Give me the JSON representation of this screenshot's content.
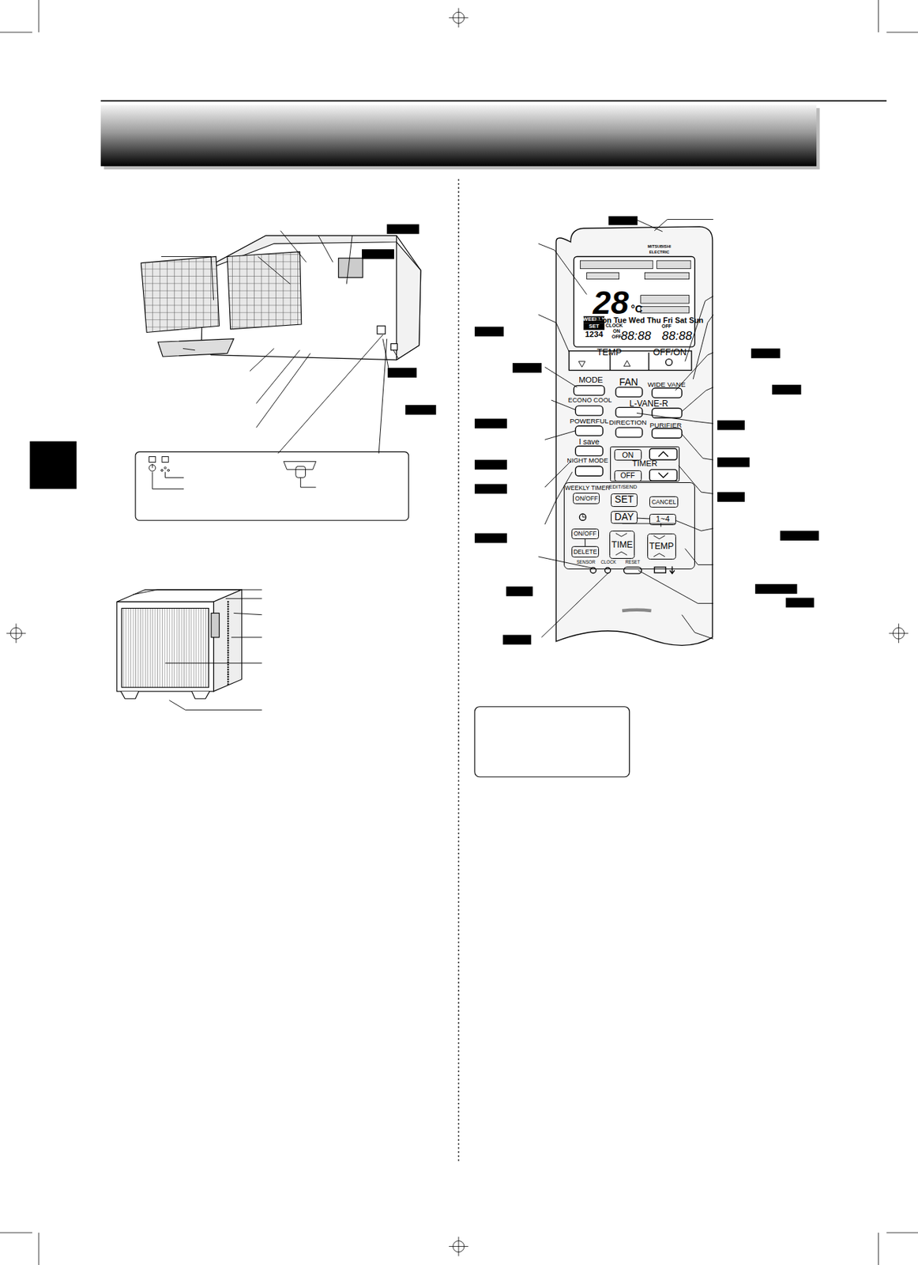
{
  "diagram": {
    "nodes": [
      {
        "text": [
          "TIMER"
        ]
      },
      {
        "text": [
          "ON"
        ],
        "in": 0
      },
      {
        "text": [
          "OFF"
        ],
        "in": 0
      },
      {
        "text": [
          "WEEKLY TIMER"
        ]
      },
      {
        "text": [
          "ON/OFF"
        ],
        "in": 3
      },
      {
        "text": [
          "SET"
        ],
        "in": 3
      },
      {
        "text": [
          "CANCEL"
        ],
        "in": 3
      },
      {
        "text": [
          "DAY"
        ],
        "in": 3
      },
      {
        "text": [
          "1~4"
        ],
        "in": 3
      },
      {
        "text": [
          "ON/OFF"
        ],
        "in": 3
      },
      {
        "text": [
          "DELETE"
        ],
        "in": 3
      },
      {
        "text": [
          "TIME"
        ],
        "in": 3
      },
      {
        "text": [
          "TEMP"
        ],
        "in": 3
      }
    ],
    "edges": [
      {
        "from": 7,
        "to": 8,
        "arrow": "none"
      },
      {
        "from": 9,
        "to": 10,
        "arrow": "none"
      }
    ],
    "labels": [
      "MITSUBISHI",
      "ELECTRIC",
      "28",
      "°C",
      "WEEKLY",
      "Mon Tue Wed Thu Fri Sat Sun",
      "SET",
      "CLOCK",
      "ON",
      "OFF",
      "OFF",
      "1234",
      "88:88",
      "88:88",
      "TEMP",
      "OFF/ON",
      "MODE",
      "FAN",
      "WIDE VANE",
      "ECONO COOL",
      "L-VANE-R",
      "POWERFUL",
      "DIRECTION",
      "PURIFIER",
      "I save",
      "NIGHT MODE",
      "EDIT/SEND",
      "SENSOR",
      "CLOCK",
      "RESET"
    ]
  }
}
